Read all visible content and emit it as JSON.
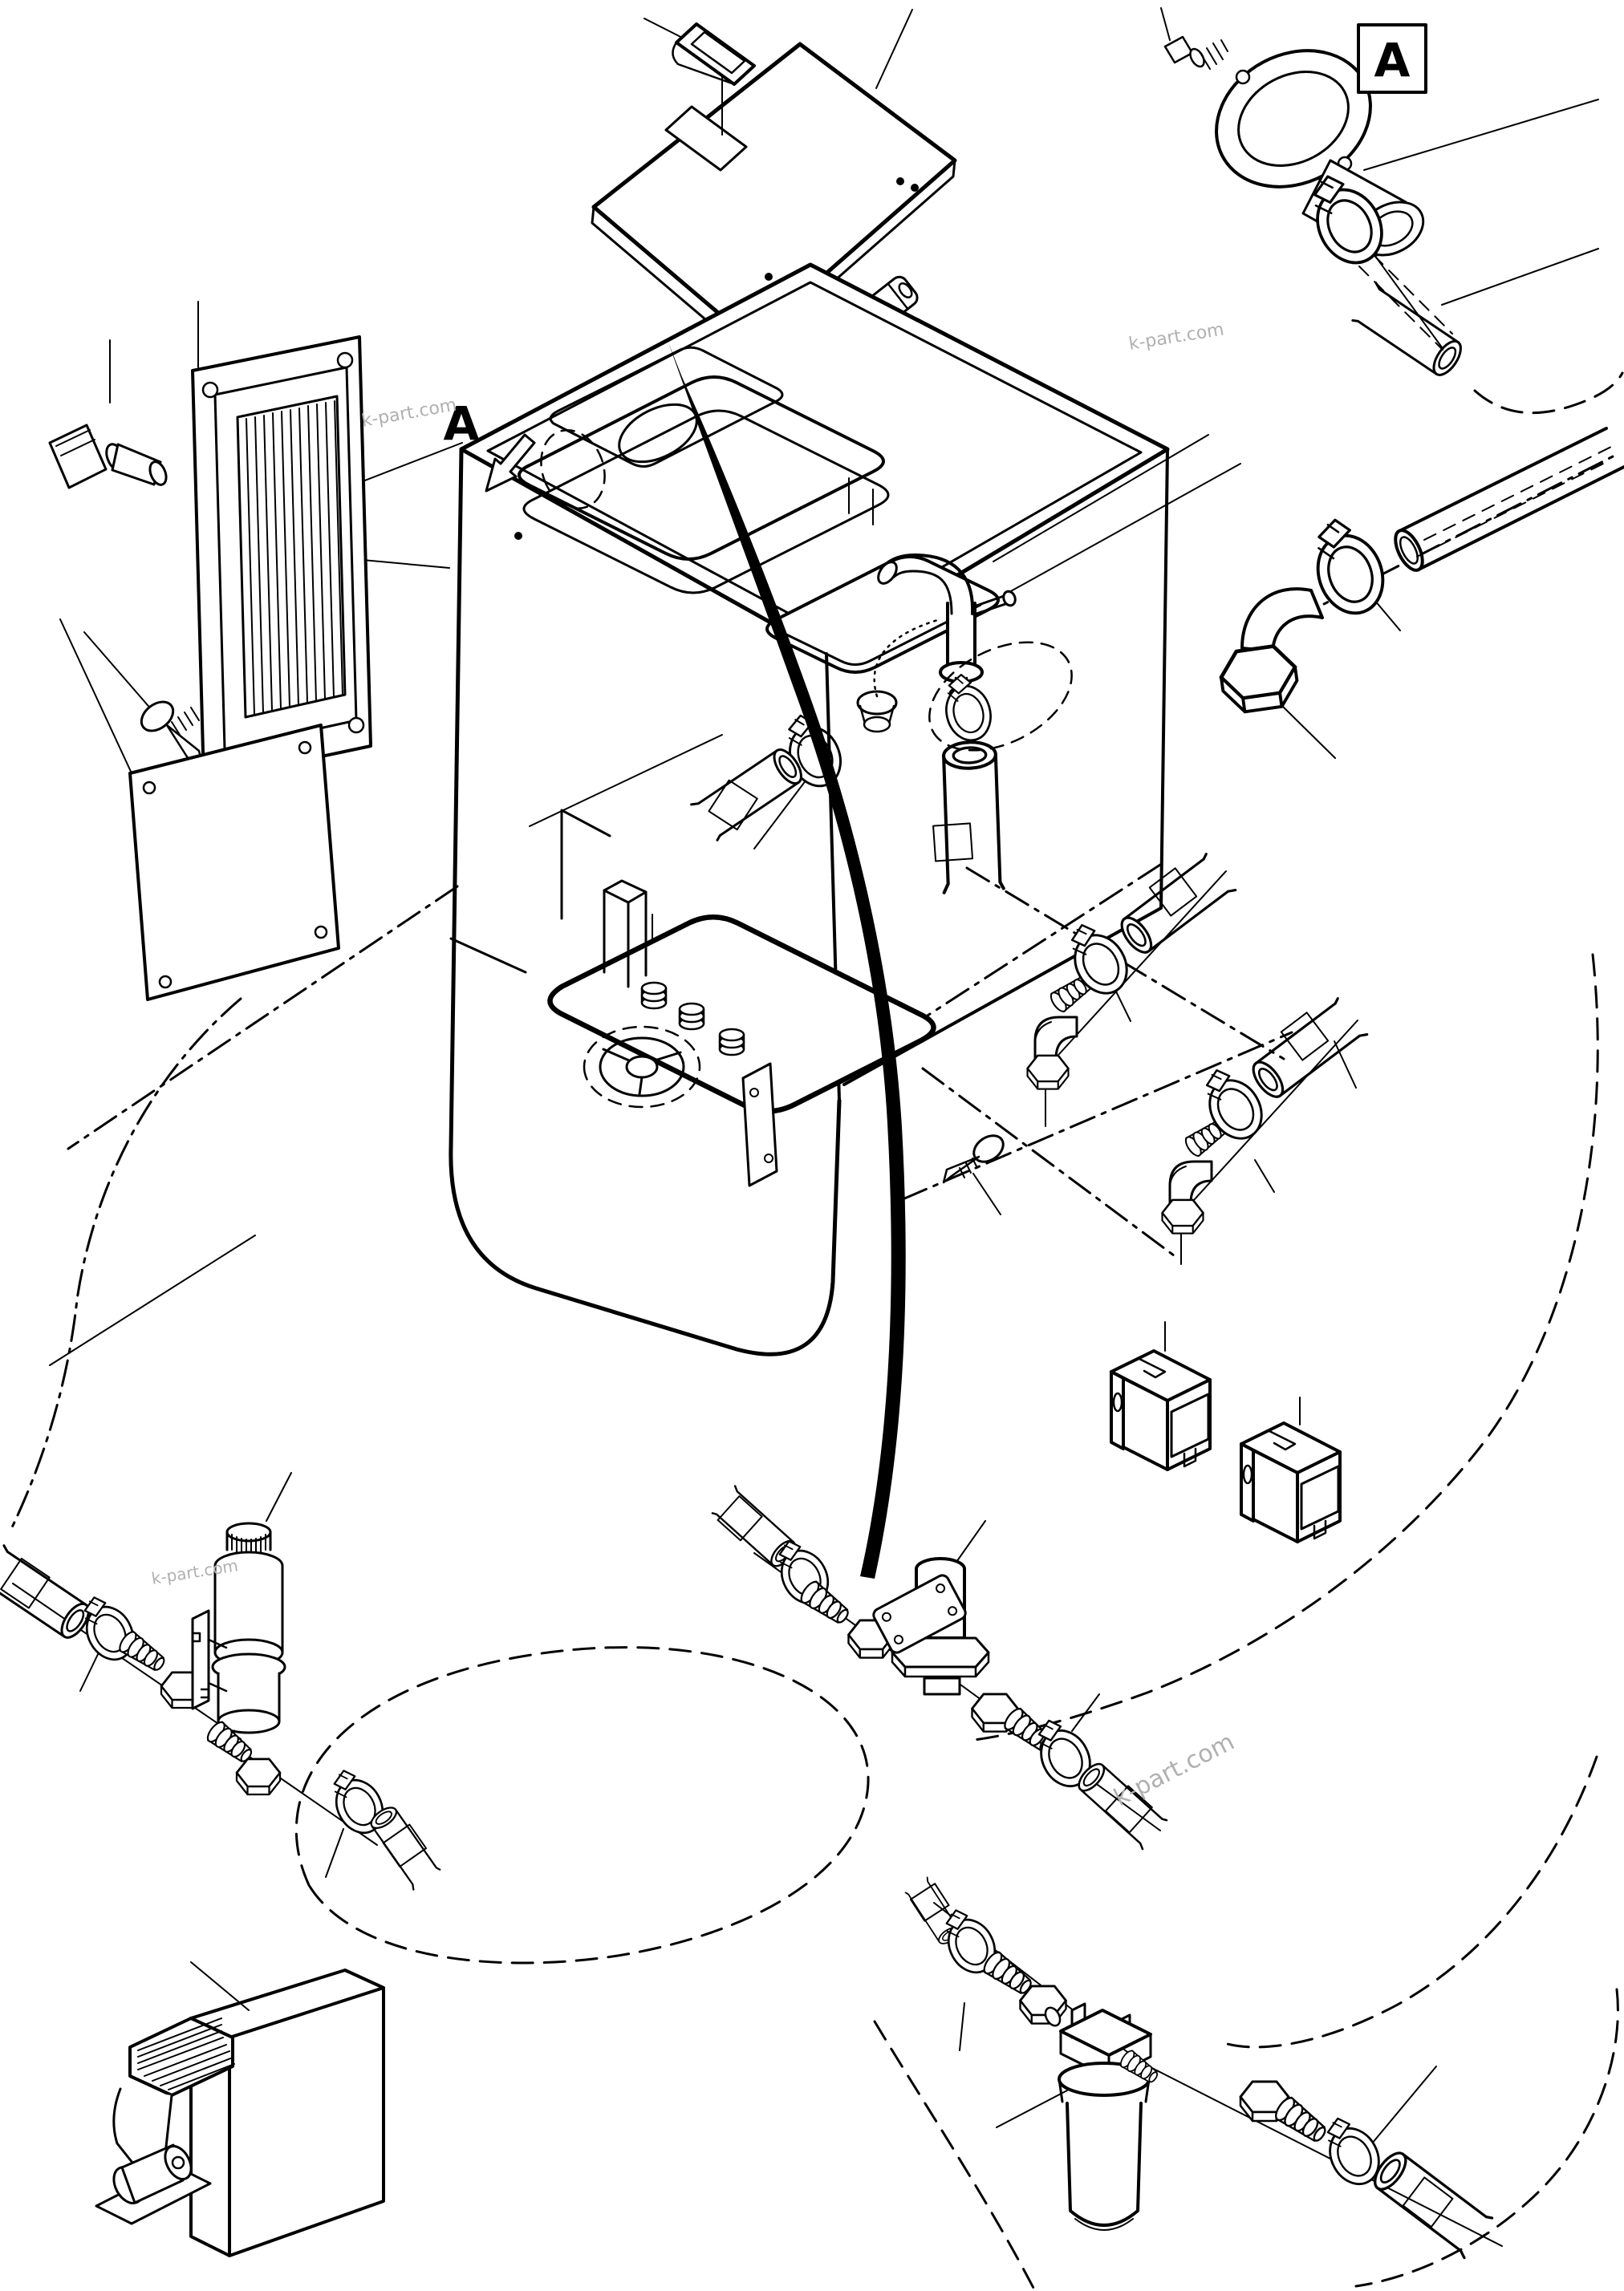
{
  "diagram": {
    "detail_box": {
      "letter": "A"
    },
    "detail_callout": {
      "letter": "A"
    },
    "watermarks": [
      {
        "text": "k-part.com"
      },
      {
        "text": "k-part.com"
      },
      {
        "text": "k-part.com"
      },
      {
        "text": "k-part.com"
      }
    ],
    "colors": {
      "line": "#000000",
      "background": "#ffffff",
      "watermark": "#b0b0b0"
    }
  }
}
